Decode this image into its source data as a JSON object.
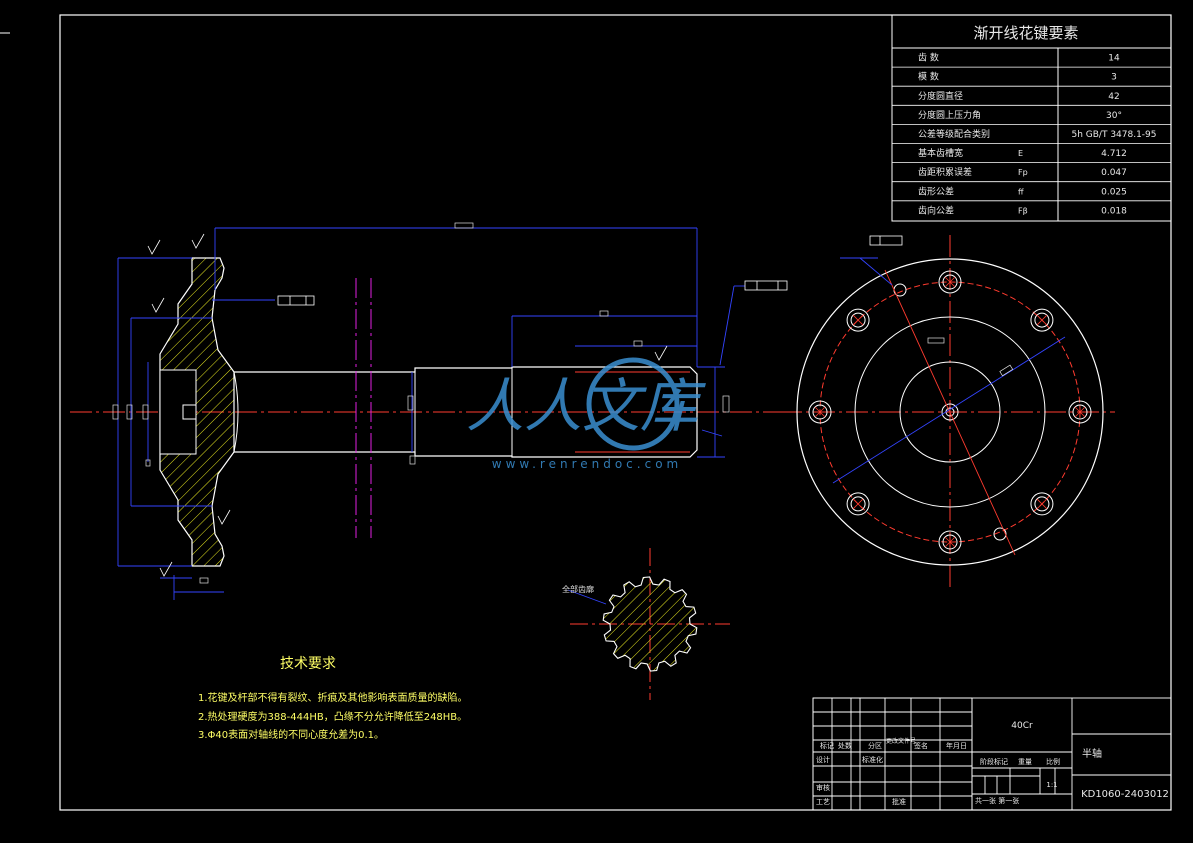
{
  "spline_table": {
    "title": "渐开线花键要素",
    "rows": [
      {
        "label": "齿    数",
        "symbol": "",
        "value": "14"
      },
      {
        "label": "模    数",
        "symbol": "",
        "value": "3"
      },
      {
        "label": "分度圆直径",
        "symbol": "",
        "value": "42"
      },
      {
        "label": "分度圆上压力角",
        "symbol": "",
        "value": "30°"
      },
      {
        "label": "公差等级配合类别",
        "symbol": "",
        "value": "5h GB/T 3478.1-95"
      },
      {
        "label": "基本齿槽宽",
        "symbol": "E",
        "value": "4.712"
      },
      {
        "label": "齿距积累误差",
        "symbol": "Fp",
        "value": "0.047"
      },
      {
        "label": "齿形公差",
        "symbol": "ff",
        "value": "0.025"
      },
      {
        "label": "齿向公差",
        "symbol": "Fβ",
        "value": "0.018"
      }
    ]
  },
  "tech_requirements": {
    "title": "技术要求",
    "items": [
      "1.花键及杆部不得有裂纹、折痕及其他影响表面质量的缺陷。",
      "2.热处理硬度为388-444HB，凸缘不分允许降低至248HB。",
      "3.Φ40表面对轴线的不同心度允差为0.1。"
    ]
  },
  "title_block": {
    "material": "40Cr",
    "part_name": "半轴",
    "drawing_number": "KD1060-2403012",
    "scale": "1:1",
    "sheet_info": "共一张  第一张",
    "labels": {
      "mark": "标记",
      "count": "处数",
      "zone": "分区",
      "change_doc": "更改文件号",
      "signature": "签名",
      "date": "年月日",
      "design": "设计",
      "standardize": "标准化",
      "stage_mark": "阶段标记",
      "weight": "重量",
      "scale_label": "比例",
      "review": "审核",
      "process": "工艺",
      "approve": "批准",
      "std_check": "标准化",
      "approver": "批准"
    }
  },
  "watermark": {
    "text": "人人文库",
    "url": "www.renrendoc.com"
  },
  "callouts": {
    "spline_tooth": "全部齿廓"
  },
  "colors": {
    "frame": "#ffffff",
    "table_line": "#ffffff",
    "table_text": "#e8e8e8",
    "outline": "#ffffff",
    "centerline": "#ff3b2f",
    "dimension": "#3344ff",
    "hatch": "#e8e820",
    "cutting_plane": "#e020e0",
    "text_yellow": "#ffff66",
    "watermark": "#3a8fd0"
  }
}
